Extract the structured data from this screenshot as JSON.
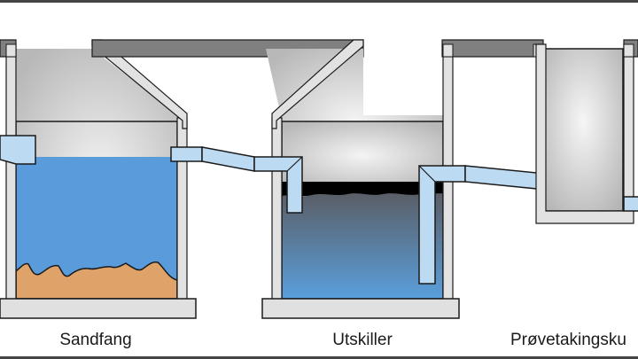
{
  "diagram": {
    "type": "cross-section",
    "description": "Oil/sand separator system cross-section: sand trap, separator and sampling well connected by pipes",
    "components": [
      {
        "id": "sandfang",
        "label": "Sandfang",
        "contents": [
          "water",
          "sand sediment"
        ]
      },
      {
        "id": "utskiller",
        "label": "Utskiller",
        "contents": [
          "oil layer",
          "water"
        ]
      },
      {
        "id": "provetakingskum",
        "label": "Prøvetakingsku",
        "contents": [
          "empty chamber"
        ]
      }
    ],
    "connections": [
      {
        "from": "inlet",
        "to": "sandfang"
      },
      {
        "from": "sandfang",
        "to": "utskiller"
      },
      {
        "from": "utskiller",
        "to": "provetakingskum"
      },
      {
        "from": "provetakingskum",
        "to": "outlet"
      }
    ],
    "colors": {
      "water": "#5a9bdc",
      "sand": "#dfa36a",
      "pipe": "#bcdaf2",
      "wall": "#e2e2e2",
      "lid": "#808080",
      "oil": "#000000",
      "outline": "#1a1a1a",
      "frame": "#444444"
    }
  }
}
